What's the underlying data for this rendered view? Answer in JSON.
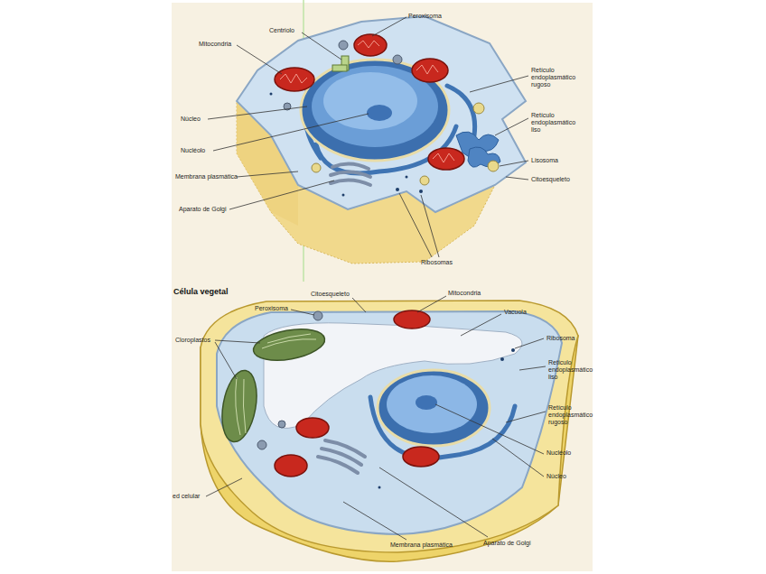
{
  "diagram": {
    "labels": [
      "Peroxisoma",
      "Centriolo",
      "Mitocondria",
      "Retículo endoplasmático rugoso",
      "Retículo endoplasmático liso",
      "Núcleo",
      "Nucléolo",
      "Membrana plasmática",
      "Lisosoma",
      "Citoesqueleto",
      "Aparato de Golgi",
      "Ribosomas",
      "Célula vegetal",
      "Citoesqueleto",
      "Mitocondria",
      "Peroxisoma",
      "Vacuola",
      "Cloroplastos",
      "Ribosoma",
      "Retículo endoplasmático liso",
      "Retículo endoplasmático rugoso",
      "Nucléolo",
      "Núcleo",
      "ed celular",
      "Membrana plasmática",
      "Aparato de Golgi"
    ]
  }
}
